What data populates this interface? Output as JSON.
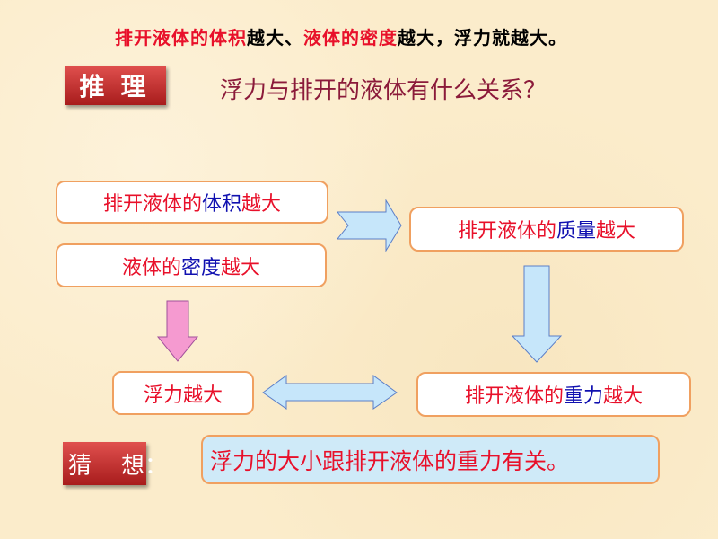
{
  "top_line": [
    {
      "text": "排开液体的体积",
      "color": "red"
    },
    {
      "text": "越大、",
      "color": "black"
    },
    {
      "text": "液体的密度",
      "color": "red"
    },
    {
      "text": "越大，浮力就越大。",
      "color": "black"
    }
  ],
  "reasoning_tag": "推理",
  "question": "浮力与排开的液体有什么关系？",
  "boxes": {
    "volume": [
      {
        "text": "排开液体的"
      },
      {
        "text": "体积"
      },
      {
        "text": "越大"
      }
    ],
    "density": [
      {
        "text": "液体的"
      },
      {
        "text": "密度"
      },
      {
        "text": "越大"
      }
    ],
    "mass": [
      {
        "text": "排开液体的"
      },
      {
        "text": "质量"
      },
      {
        "text": "越大"
      }
    ],
    "buoyancy": "浮力越大",
    "weight": [
      {
        "text": "排开液体的"
      },
      {
        "text": "重力"
      },
      {
        "text": "越大"
      }
    ]
  },
  "guess_tag": "猜    想：",
  "hypothesis": "浮力的大小跟排开液体的重力有关。",
  "colors": {
    "red": "#e8102a",
    "blue": "#1010b0",
    "arrow_blue": "#c6e6fa",
    "arrow_pink": "#f59ad0",
    "border": "#f0a060"
  }
}
